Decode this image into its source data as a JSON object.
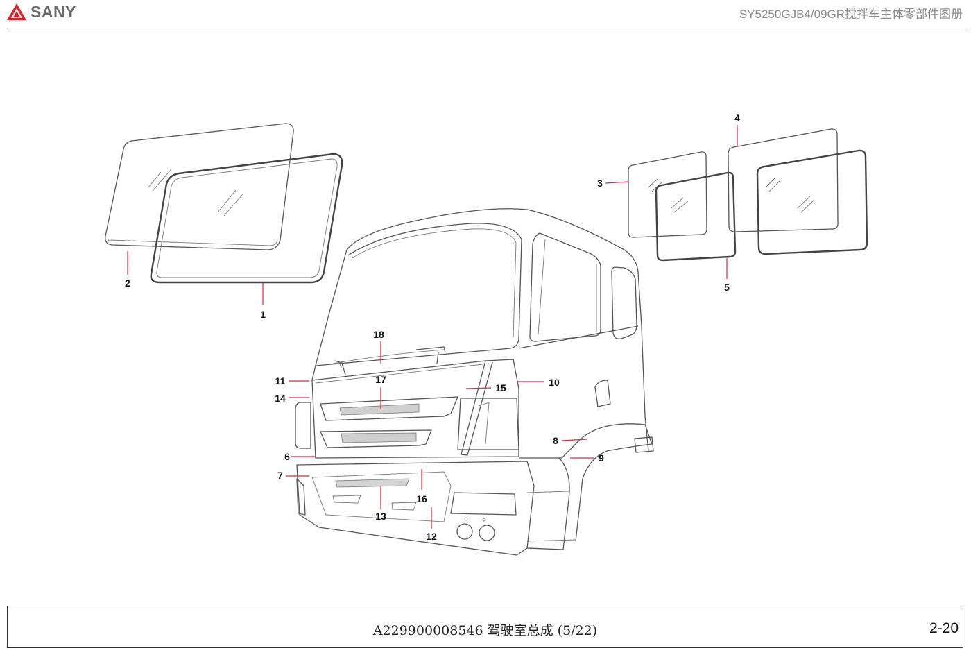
{
  "header": {
    "brand": "SANY",
    "brand_color": "#d9232d",
    "title": "SY5250GJB4/09GR搅拌车主体零部件图册"
  },
  "callouts": {
    "c1": "1",
    "c2": "2",
    "c3": "3",
    "c4": "4",
    "c5": "5",
    "c6": "6",
    "c7": "7",
    "c8": "8",
    "c9": "9",
    "c10": "10",
    "c11": "11",
    "c12": "12",
    "c13": "13",
    "c14": "14",
    "c15": "15",
    "c16": "16",
    "c17": "17",
    "c18": "18"
  },
  "footer": {
    "doc_title": "A229900008546 驾驶室总成 (5/22)",
    "page": "2-20"
  },
  "colors": {
    "leader": "#e0283a",
    "rule": "#333333"
  }
}
